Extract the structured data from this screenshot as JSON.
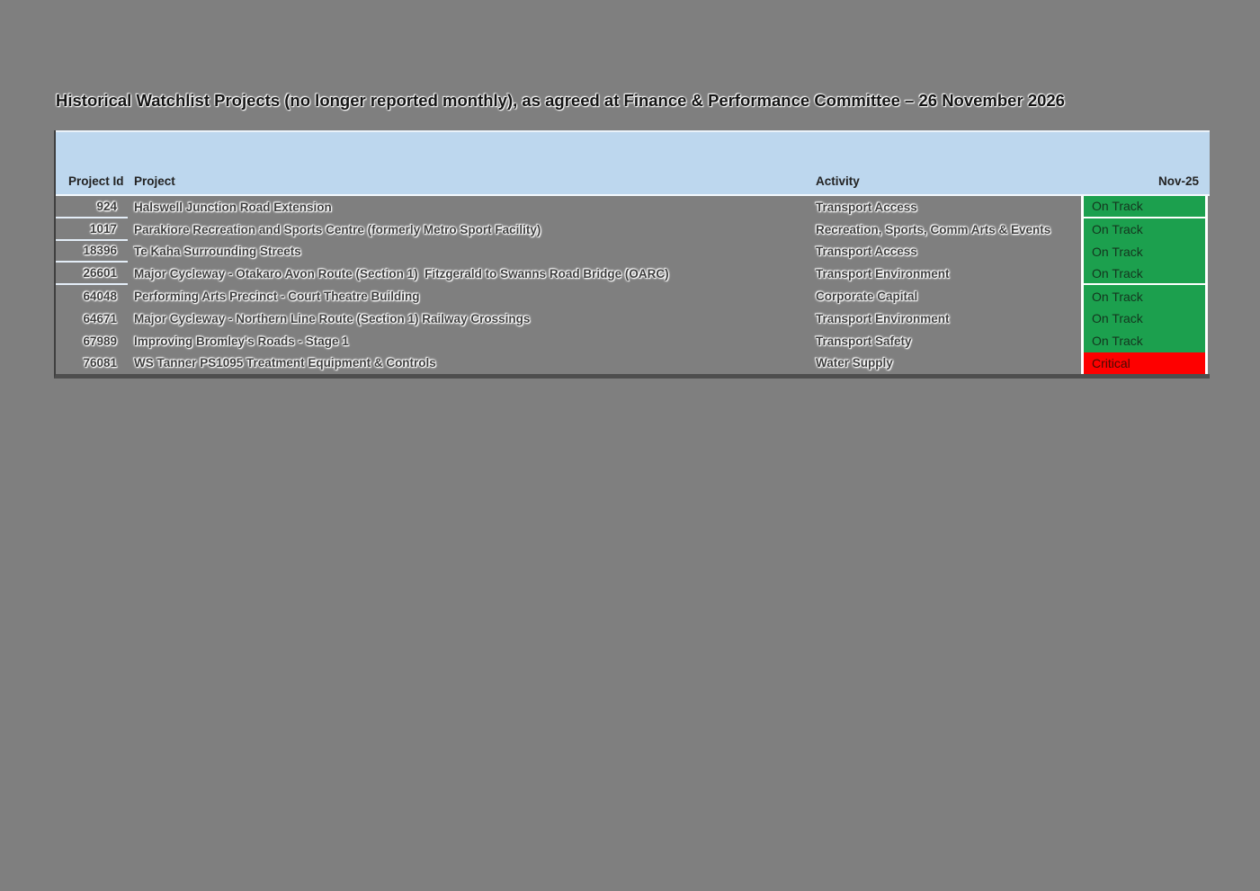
{
  "page": {
    "background_color": "#7f7f7f"
  },
  "title": "Historical Watchlist Projects (no longer reported monthly), as agreed at Finance & Performance Committee – 26 November 2026",
  "table": {
    "header": {
      "project_id": "Project Id",
      "project": "Project",
      "activity": "Activity",
      "month": "Nov-25"
    },
    "header_bg": "#bdd7ee",
    "status_colors": {
      "On Track": "#1ca04e",
      "Critical": "#fe0000"
    },
    "rows": [
      {
        "id": "924",
        "project": "Halswell Junction Road Extension",
        "activity": "Transport Access",
        "status": "On Track"
      },
      {
        "id": "1017",
        "project": "Parakiore Recreation and Sports Centre (formerly Metro Sport Facility)",
        "activity": "Recreation, Sports, Comm Arts & Events",
        "status": "On Track"
      },
      {
        "id": "18396",
        "project": "Te Kaha Surrounding Streets",
        "activity": "Transport Access",
        "status": "On Track"
      },
      {
        "id": "26601",
        "project": "Major Cycleway - Otakaro Avon Route (Section 1)  Fitzgerald to Swanns Road Bridge (OARC)",
        "activity": "Transport Environment",
        "status": "On Track"
      },
      {
        "id": "64048",
        "project": "Performing Arts Precinct - Court Theatre Building",
        "activity": "Corporate Capital",
        "status": "On Track"
      },
      {
        "id": "64671",
        "project": "Major Cycleway - Northern Line Route (Section 1) Railway Crossings",
        "activity": "Transport Environment",
        "status": "On Track"
      },
      {
        "id": "67989",
        "project": "Improving Bromley's Roads - Stage 1",
        "activity": "Transport Safety",
        "status": "On Track"
      },
      {
        "id": "76081",
        "project": "WS Tanner PS1095 Treatment Equipment & Controls",
        "activity": "Water Supply",
        "status": "Critical"
      }
    ]
  }
}
